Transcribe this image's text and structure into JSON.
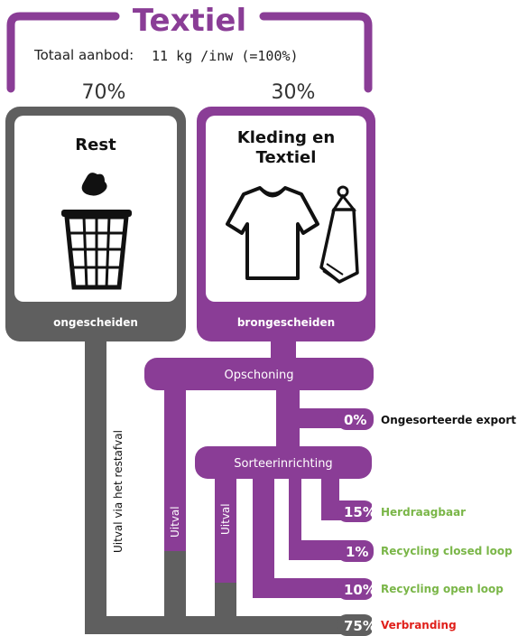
{
  "title": "Textiel",
  "supply": {
    "label": "Totaal aanbod:",
    "value": "11 kg /inw (=100%)"
  },
  "split": {
    "rest_pct": "70%",
    "separate_pct": "30%"
  },
  "cards": {
    "rest": {
      "title": "Rest",
      "footer": "ongescheiden"
    },
    "textile": {
      "title_line1": "Kleding en",
      "title_line2": "Textiel",
      "footer": "brongescheiden"
    }
  },
  "nodes": {
    "opschoning": "Opschoning",
    "sorteer": "Sorteerinrichting"
  },
  "vertical_labels": {
    "restafval": "Uitval via het restafval",
    "uitval1": "Uitval",
    "uitval2": "Uitval"
  },
  "outputs": [
    {
      "pct": "0%",
      "label": "Ongesorteerde export",
      "color": "#111111"
    },
    {
      "pct": "15%",
      "label": "Herdraagbaar",
      "color": "#7ab648"
    },
    {
      "pct": "1%",
      "label": "Recycling closed loop",
      "color": "#7ab648"
    },
    {
      "pct": "10%",
      "label": "Recycling open loop",
      "color": "#7ab648"
    },
    {
      "pct": "75%",
      "label": "Verbranding",
      "color": "#e0201b"
    }
  ],
  "colors": {
    "purple": "#8a3d96",
    "grey": "#5f5f5f",
    "green": "#7ab648",
    "red": "#e0201b"
  },
  "icons": [
    "trash-bin-icon",
    "tshirt-icon",
    "towel-on-hook-icon"
  ]
}
